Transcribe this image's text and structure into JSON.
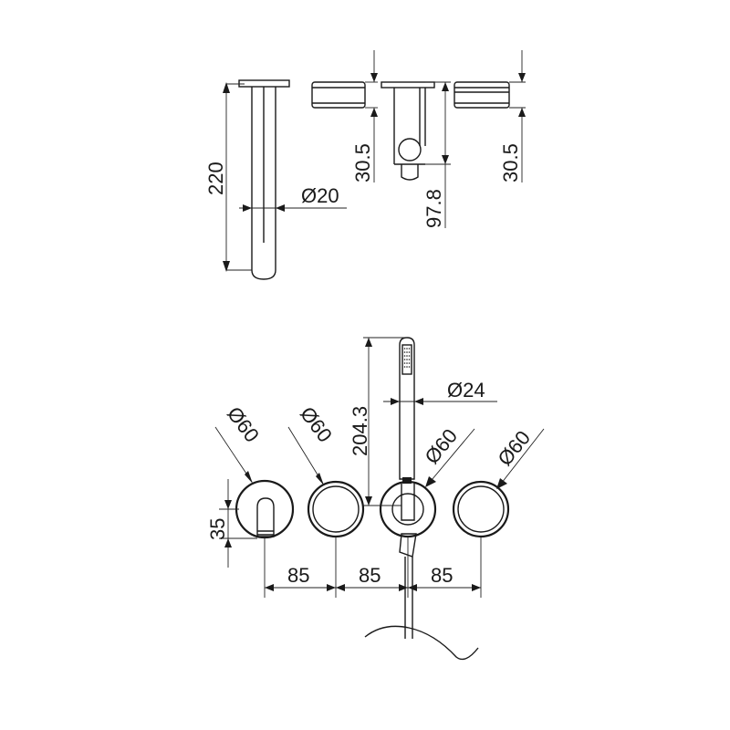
{
  "side_view": {
    "length_label": "220",
    "diameter_label": "Ø20",
    "rosette_depth_left": "30.5",
    "bracket_depth": "97.8",
    "rosette_depth_right": "30.5"
  },
  "front_view": {
    "spout_rosette_diameter": "Ø60",
    "valve_1_diameter": "Ø60",
    "holder_diameter": "Ø60",
    "valve_2_diameter": "Ø60",
    "spout_offset": "35",
    "spacing_1": "85",
    "spacing_2": "85",
    "spacing_3": "85",
    "handshower_length": "204.3",
    "handshower_diameter": "Ø24"
  }
}
